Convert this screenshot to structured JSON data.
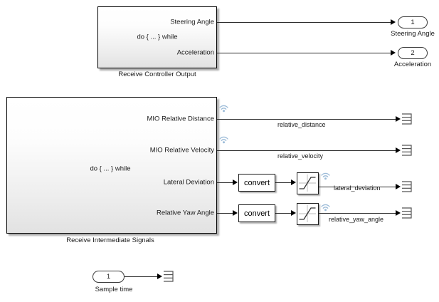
{
  "diagram": {
    "title": "Simulink Model Canvas",
    "background": "#ffffff",
    "wire_color": "#2b2b2b",
    "block_border_color": "#000000",
    "wifi_icon_color": "#9dbcd8"
  },
  "blocks": [
    {
      "id": "receive-controller-output",
      "center_label": "do { ... } while",
      "caption": "Receive Controller Output",
      "ports": [
        {
          "label": "Steering Angle"
        },
        {
          "label": "Acceleration"
        }
      ]
    },
    {
      "id": "receive-intermediate-signals",
      "center_label": "do { ... } while",
      "caption": "Receive Intermediate Signals",
      "ports": [
        {
          "label": "MIO Relative Distance"
        },
        {
          "label": "MIO Relative Velocity"
        },
        {
          "label": "Lateral Deviation"
        },
        {
          "label": "Relative Yaw Angle"
        }
      ]
    }
  ],
  "outports": [
    {
      "number": "1",
      "caption": "Steering Angle"
    },
    {
      "number": "2",
      "caption": "Acceleration"
    }
  ],
  "inports": [
    {
      "number": "1",
      "caption": "Sample time"
    }
  ],
  "convert_blocks": [
    {
      "label": "convert"
    },
    {
      "label": "convert"
    }
  ],
  "signal_labels": [
    {
      "name": "relative_distance"
    },
    {
      "name": "relative_velocity"
    },
    {
      "name": "lateral_deviation"
    },
    {
      "name": "relative_yaw_angle"
    }
  ],
  "icons": {
    "wifi": "wireless-broadcast-icon",
    "terminator": "terminator-icon",
    "saturation": "saturation-curve-icon",
    "arrow": "signal-arrow-icon"
  }
}
